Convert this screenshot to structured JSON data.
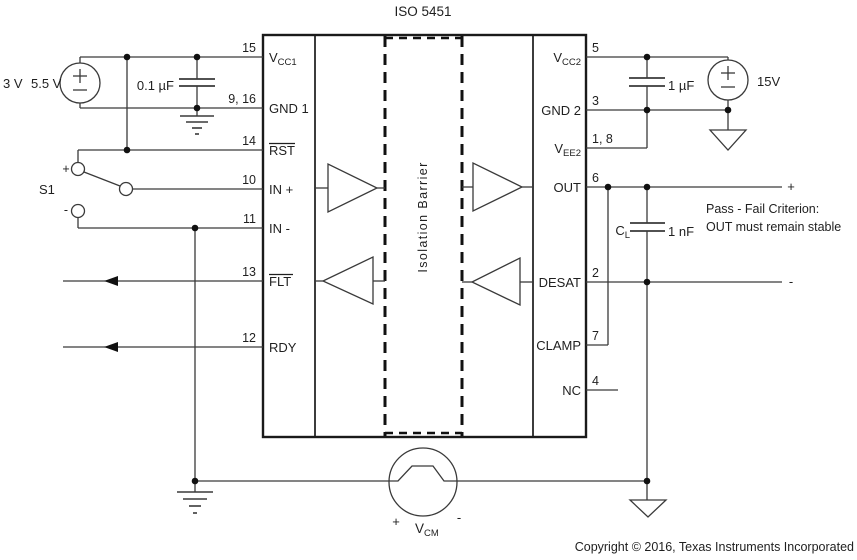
{
  "diagram": {
    "title": "ISO 5451",
    "isolation_barrier": "Isolation Barrier",
    "copyright": "Copyright © 2016, Texas Instruments Incorporated"
  },
  "ic": {
    "left_pins": [
      {
        "num": "15",
        "main": "V",
        "sub": "CC1"
      },
      {
        "num": "9, 16",
        "main": "GND 1",
        "sub": ""
      },
      {
        "num": "14",
        "main": "RST",
        "sub": ""
      },
      {
        "num": "10",
        "main": "IN +",
        "sub": ""
      },
      {
        "num": "11",
        "main": "IN -",
        "sub": ""
      },
      {
        "num": "13",
        "main": "FLT",
        "sub": ""
      },
      {
        "num": "12",
        "main": "RDY",
        "sub": ""
      }
    ],
    "right_pins": [
      {
        "num": "5",
        "main": "V",
        "sub": "CC2"
      },
      {
        "num": "3",
        "main": "GND 2",
        "sub": ""
      },
      {
        "num": "1, 8",
        "main": "V",
        "sub": "EE2"
      },
      {
        "num": "6",
        "main": "OUT",
        "sub": ""
      },
      {
        "num": "2",
        "main": "DESAT",
        "sub": ""
      },
      {
        "num": "7",
        "main": "CLAMP",
        "sub": ""
      },
      {
        "num": "4",
        "main": "NC",
        "sub": ""
      }
    ]
  },
  "components": {
    "input_supply": {
      "label_min": "3 V",
      "label_max": "5.5 V"
    },
    "input_cap": {
      "value": "0.1 µF"
    },
    "switch": {
      "label": "S1",
      "plus": "+",
      "minus": "-"
    },
    "output_cap": {
      "value": "1 µF"
    },
    "output_supply": {
      "value": "15V"
    },
    "load_cap": {
      "name_main": "C",
      "name_sub": "L",
      "value": "1 nF"
    },
    "vcm_source": {
      "name_main": "V",
      "name_sub": "CM",
      "plus": "+",
      "minus": "-"
    }
  },
  "annotations": {
    "out_terminal": "+",
    "desat_terminal": "-",
    "pass_fail_line1": "Pass - Fail Criterion:",
    "pass_fail_line2": "OUT must remain stable"
  },
  "colors": {
    "ink": "#000000",
    "wire": "#3a3a3a",
    "background": "#ffffff"
  }
}
